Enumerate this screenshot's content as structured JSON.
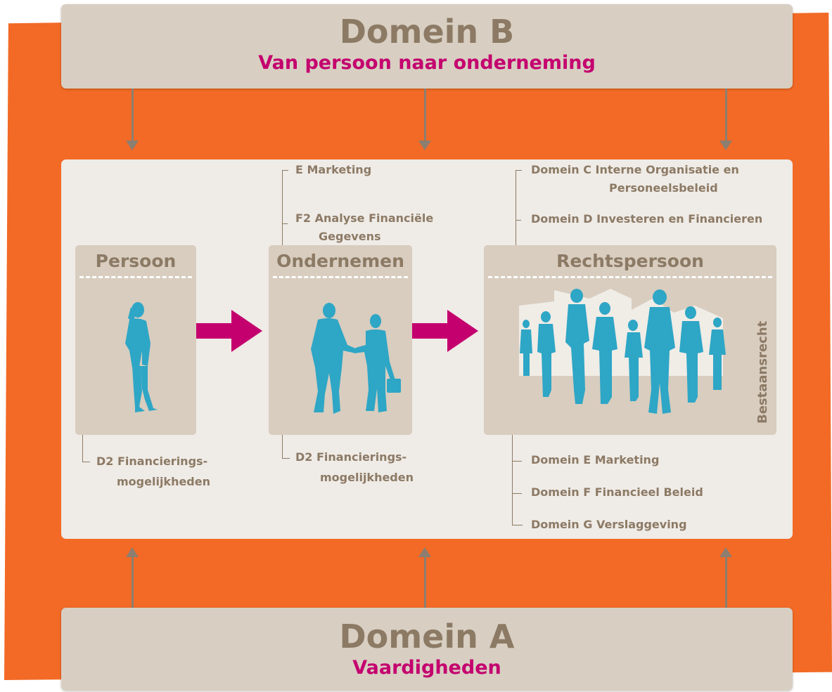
{
  "domain_b": {
    "title": "Domein B",
    "subtitle": "Van persoon naar onderneming"
  },
  "domain_a": {
    "title": "Domein A",
    "subtitle": "Vaardigheden"
  },
  "colors": {
    "orange": "#f26a25",
    "beige": "#d8cfc2",
    "brown": "#8c7a65",
    "magenta": "#c4006e",
    "silhouette": "#2ea6c6"
  },
  "cards": {
    "persoon": {
      "title": "Persoon",
      "icon": "person-on-phone-icon"
    },
    "ondernemen": {
      "title": "Ondernemen",
      "icon": "handshake-icon"
    },
    "rechtspersoon": {
      "title": "Rechtspersoon",
      "icon": "business-team-icon",
      "side_label": "Bestaansrecht"
    }
  },
  "labels": {
    "e_marketing": "E  Marketing",
    "f2_line1": "F2  Analyse Financiële",
    "f2_line2": "Gegevens",
    "domein_c_line1": "Domein C  Interne Organisatie en",
    "domein_c_line2": "Personeelsbeleid",
    "domein_d": "Domein D  Investeren en Financieren",
    "d2_persoon_line1": "D2 Financierings-",
    "d2_persoon_line2": "mogelijkheden",
    "d2_ondernemen_line1": "D2 Financierings-",
    "d2_ondernemen_line2": "mogelijkheden",
    "domein_e": "Domein E  Marketing",
    "domein_f": "Domein F  Financieel Beleid",
    "domein_g": "Domein G  Verslaggeving"
  }
}
